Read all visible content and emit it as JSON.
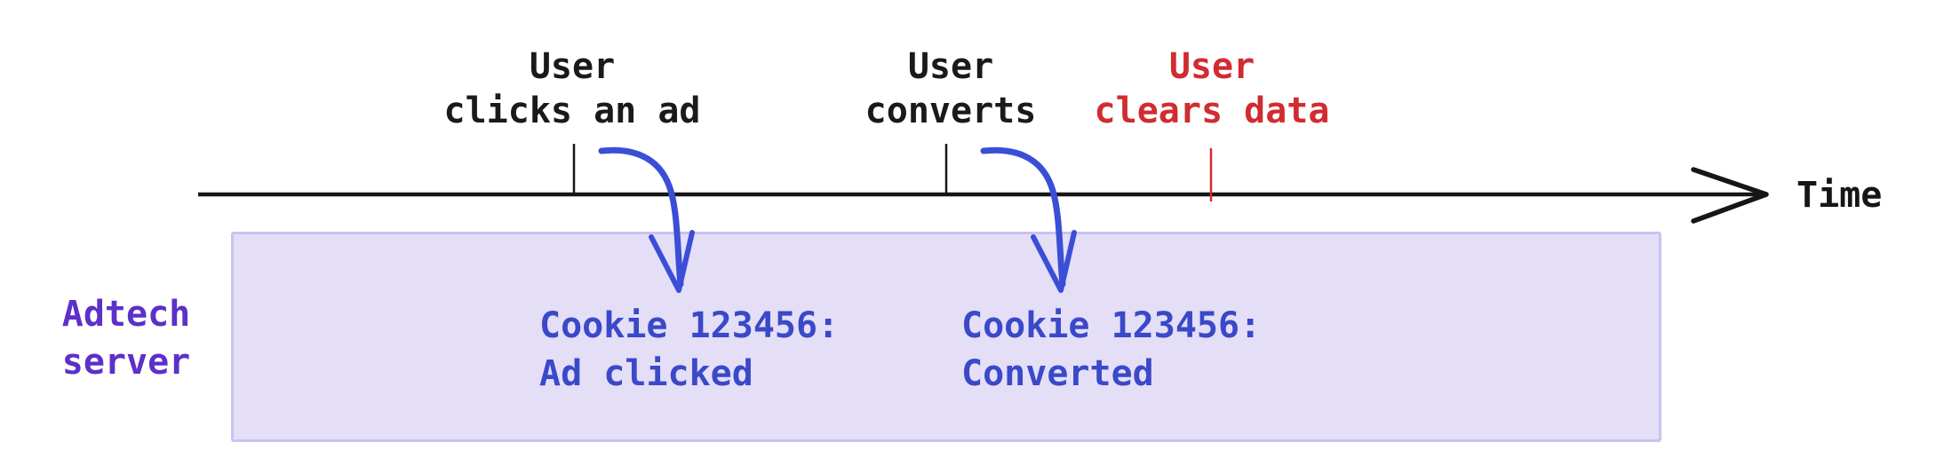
{
  "timeline": {
    "axis_label": "Time",
    "events": [
      {
        "line1": "User",
        "line2": "clicks an ad",
        "status": "normal"
      },
      {
        "line1": "User",
        "line2": "converts",
        "status": "normal"
      },
      {
        "line1": "User",
        "line2": "clears data",
        "status": "cleared"
      }
    ]
  },
  "adtech": {
    "label_line1": "Adtech",
    "label_line2": "server",
    "records": [
      {
        "line1": "Cookie 123456:",
        "line2": "Ad clicked"
      },
      {
        "line1": "Cookie 123456:",
        "line2": "Converted"
      }
    ]
  },
  "colors": {
    "event_text": "#1a1a1a",
    "cleared_event_text": "#d02c31",
    "axis_stroke": "#161616",
    "server_label_text": "#5c30c9",
    "record_text": "#3a49c8",
    "arrow_blue": "#3a4ed6",
    "box_fill": "#e4def7",
    "box_border": "#ccc2f0"
  }
}
